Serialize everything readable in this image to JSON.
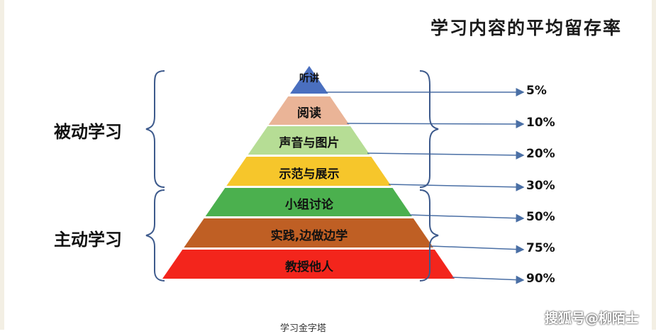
{
  "title": "学习内容的平均留存率",
  "groups": {
    "passive": "被动学习",
    "active": "主动学习"
  },
  "tiers": [
    {
      "label": "听讲",
      "rate": "5%",
      "color": "#4a6fbf"
    },
    {
      "label": "阅读",
      "rate": "10%",
      "color": "#eab497"
    },
    {
      "label": "声音与图片",
      "rate": "20%",
      "color": "#b6dd95"
    },
    {
      "label": "示范与展示",
      "rate": "30%",
      "color": "#f6c62b"
    },
    {
      "label": "小组讨论",
      "rate": "50%",
      "color": "#4bb04e"
    },
    {
      "label": "实践,边做边学",
      "rate": "75%",
      "color": "#bf5f24"
    },
    {
      "label": "教授他人",
      "rate": "90%",
      "color": "#f3251c"
    }
  ],
  "caption": "学习金字塔",
  "watermark": "搜狐号@柳陌士"
}
